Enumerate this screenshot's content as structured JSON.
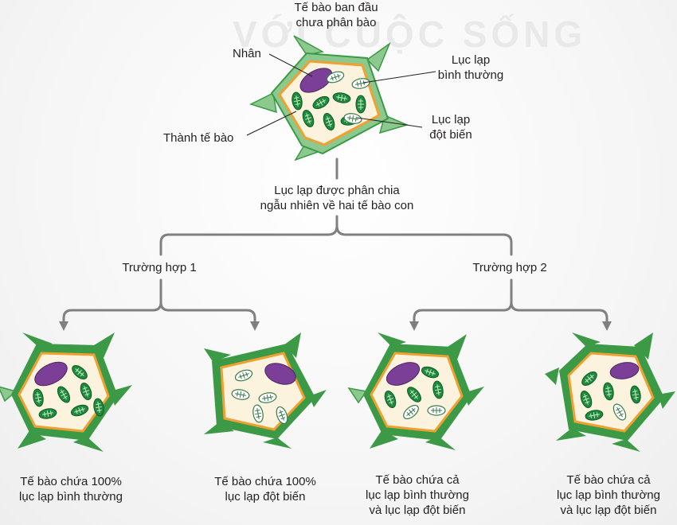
{
  "watermark": "VỚI CUỘC SỐNG",
  "top_cell": {
    "caption_line1": "Tế bào ban đầu",
    "caption_line2": "chưa phân bào",
    "nucleus_label": "Nhân",
    "normal_label_line1": "Lục lạp",
    "normal_label_line2": "bình thường",
    "mutant_label_line1": "Lục lạp",
    "mutant_label_line2": "đột biến",
    "wall_label": "Thành tế bào"
  },
  "division": {
    "line1": "Lục lạp được phân chia",
    "line2": "ngẫu nhiên về hai tế bào con"
  },
  "cases": [
    {
      "label": "Trường hợp 1"
    },
    {
      "label": "Trường hợp 2"
    }
  ],
  "daughters": [
    {
      "line1": "Tế bào chứa 100%",
      "line2": "lục lạp bình thường",
      "line3": ""
    },
    {
      "line1": "Tế bào chứa 100%",
      "line2": "lục lạp đột biến",
      "line3": ""
    },
    {
      "line1": "Tế bào chứa cả",
      "line2": "lục lạp bình thường",
      "line3": "và lục lạp đột biến"
    },
    {
      "line1": "Tế bào chứa cả",
      "line2": "lục lạp bình thường",
      "line3": "và lục lạp đột biến"
    }
  ],
  "colors": {
    "cell_wall_outer": "#3c9a47",
    "cell_wall_light": "#8cc98e",
    "membrane": "#f0a030",
    "cytoplasm": "#fbf3de",
    "nucleus": "#7b3f98",
    "chloroplast_normal": "#1e8a3c",
    "chloroplast_mutant": "#ffffff",
    "arrow": "#808080"
  }
}
